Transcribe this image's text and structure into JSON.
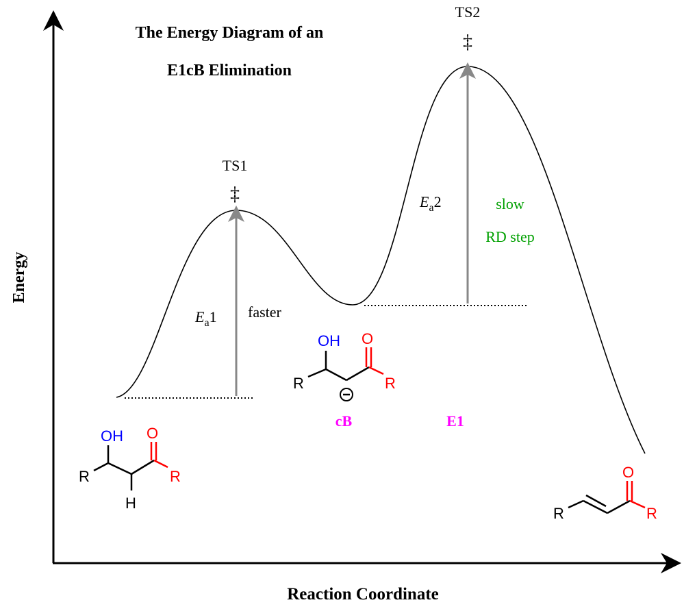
{
  "title_line1": "The Energy Diagram of an",
  "title_line2": "E1cB Elimination",
  "y_axis_label": "Energy",
  "x_axis_label": "Reaction Coordinate",
  "ts1": {
    "label": "TS1",
    "symbol": "‡"
  },
  "ts2": {
    "label": "TS2",
    "symbol": "‡"
  },
  "ea1": {
    "E": "E",
    "sub": "a",
    "num": "1"
  },
  "ea2": {
    "E": "E",
    "sub": "a",
    "num": "2"
  },
  "faster": "faster",
  "slow": "slow",
  "rd_step": "RD step",
  "cb_label": "cB",
  "e1_label": "E1",
  "atoms": {
    "R": "R",
    "OH": "OH",
    "O": "O",
    "H": "H",
    "minus": "−"
  },
  "colors": {
    "black": "#000000",
    "red": "#ff0000",
    "blue": "#0000ff",
    "magenta": "#ff00ff",
    "green": "#00a000",
    "gray": "#888888"
  }
}
